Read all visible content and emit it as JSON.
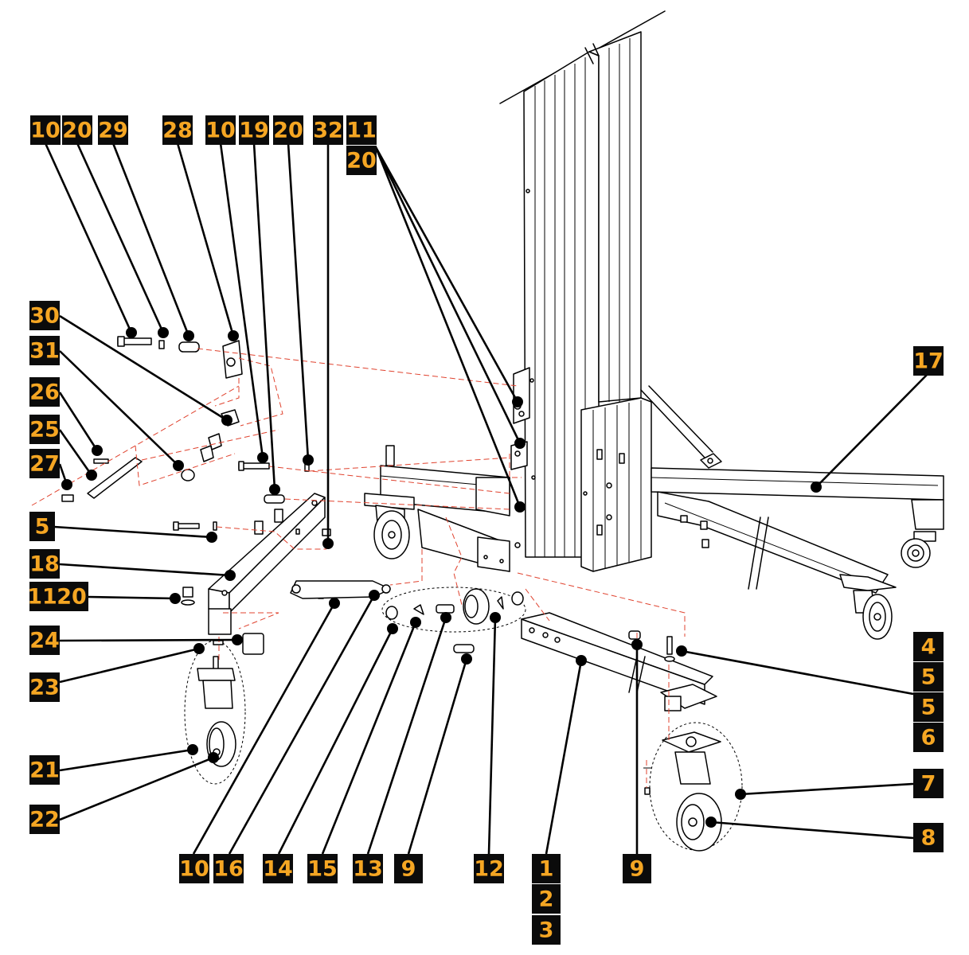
{
  "colors": {
    "label_bg": "#0b0b0b",
    "label_text": "#f5a623",
    "line": "#000000",
    "guide": "#e0432f",
    "background": "#ffffff"
  },
  "callouts": [
    {
      "id": "c1",
      "text": "10"
    },
    {
      "id": "c2",
      "text": "20"
    },
    {
      "id": "c3",
      "text": "29"
    },
    {
      "id": "c4",
      "text": "28"
    },
    {
      "id": "c5",
      "text": "10"
    },
    {
      "id": "c6",
      "text": "19"
    },
    {
      "id": "c7",
      "text": "20"
    },
    {
      "id": "c8",
      "text": "32"
    },
    {
      "id": "c9",
      "text": "11"
    },
    {
      "id": "c10",
      "text": "20"
    },
    {
      "id": "c11",
      "text": "30"
    },
    {
      "id": "c12",
      "text": "31"
    },
    {
      "id": "c13",
      "text": "26"
    },
    {
      "id": "c14",
      "text": "25"
    },
    {
      "id": "c15",
      "text": "27"
    },
    {
      "id": "c16",
      "text": "5"
    },
    {
      "id": "c17",
      "text": "18"
    },
    {
      "id": "c18",
      "text": "11"
    },
    {
      "id": "c19",
      "text": "20"
    },
    {
      "id": "c20",
      "text": "24"
    },
    {
      "id": "c21",
      "text": "23"
    },
    {
      "id": "c22",
      "text": "21"
    },
    {
      "id": "c23",
      "text": "22"
    },
    {
      "id": "c24",
      "text": "10"
    },
    {
      "id": "c25",
      "text": "16"
    },
    {
      "id": "c26",
      "text": "14"
    },
    {
      "id": "c27",
      "text": "15"
    },
    {
      "id": "c28",
      "text": "13"
    },
    {
      "id": "c29",
      "text": "9"
    },
    {
      "id": "c30",
      "text": "12"
    },
    {
      "id": "c31",
      "text": "1"
    },
    {
      "id": "c32",
      "text": "2"
    },
    {
      "id": "c33",
      "text": "3"
    },
    {
      "id": "c34",
      "text": "9"
    },
    {
      "id": "c35",
      "text": "17"
    },
    {
      "id": "c36",
      "text": "4"
    },
    {
      "id": "c37",
      "text": "5"
    },
    {
      "id": "c38",
      "text": "5"
    },
    {
      "id": "c39",
      "text": "6"
    },
    {
      "id": "c40",
      "text": "7"
    },
    {
      "id": "c41",
      "text": "8"
    }
  ]
}
